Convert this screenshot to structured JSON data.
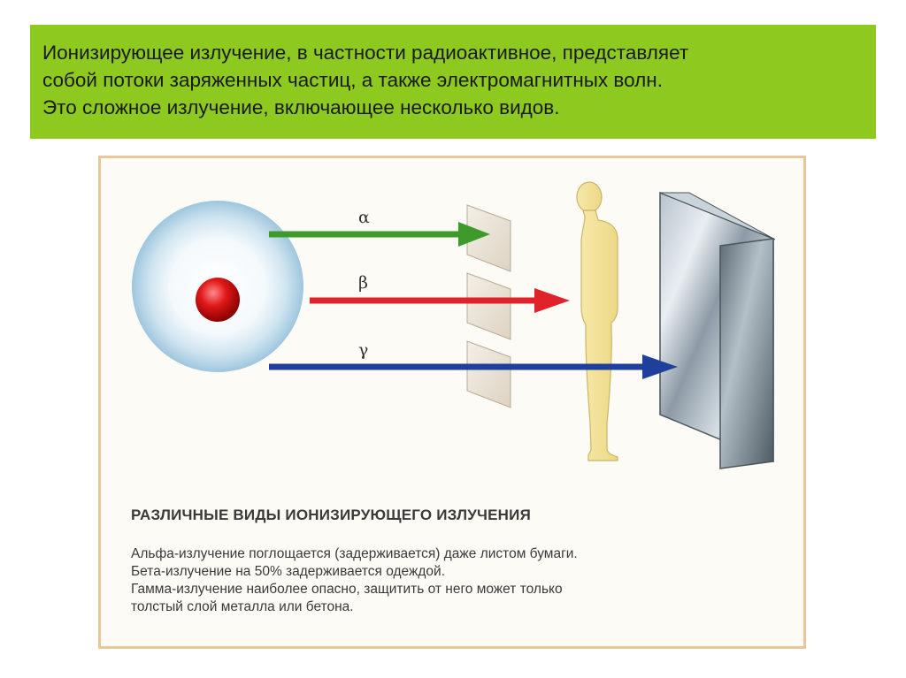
{
  "header": {
    "lines": [
      "Ионизирующее излучение, в частности радиоактивное, представляет",
      "собой потоки заряженных частиц, а также электромагнитных волн.",
      "Это сложное излучение, включающее несколько видов."
    ]
  },
  "diagram": {
    "rays": [
      {
        "symbol": "α",
        "color": "#3f9a2c"
      },
      {
        "symbol": "β",
        "color": "#e0232a"
      },
      {
        "symbol": "γ",
        "color": "#1f3f9c"
      }
    ],
    "caption": {
      "title": "РАЗЛИЧНЫЕ ВИДЫ ИОНИЗИРУЮЩЕГО ИЗЛУЧЕНИЯ",
      "lines": [
        "Альфа-излучение поглощается (задерживается) даже листом бумаги.",
        "Бета-излучение на 50% задерживается одеждой.",
        "Гамма-излучение наиболее опасно, защитить от него может только",
        "толстый слой металла или бетона."
      ]
    }
  }
}
